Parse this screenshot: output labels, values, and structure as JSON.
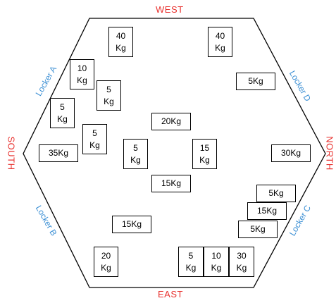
{
  "directions": {
    "west": "WEST",
    "east": "EAST",
    "south": "SOUTH",
    "north": "NORTH"
  },
  "lockers": {
    "a": "Locker A",
    "b": "Locker B",
    "c": "Locker C",
    "d": "Locker D"
  },
  "weights": {
    "w40_left": "40\nKg",
    "w40_right": "40\nKg",
    "w10_top": "10\nKg",
    "w5_upper": "5\nKg",
    "w5d_locker": "5Kg",
    "w5_left_upper": "5\nKg",
    "w5_left_mid": "5\nKg",
    "w20_center": "20Kg",
    "w35_left": "35Kg",
    "w5_center_left": "5\nKg",
    "w15_center_right": "15\nKg",
    "w30_right": "30Kg",
    "w15_center_bottom": "15Kg",
    "w5_stack_top": "5Kg",
    "w15_stack_mid": "15Kg",
    "w5_stack_bottom": "5Kg",
    "w15_lower": "15Kg",
    "w20_bottom": "20\nKg",
    "w5_bottom": "5\nKg",
    "w10_bottom": "10\nKg",
    "w30_bottom": "30\nKg"
  },
  "colors": {
    "compass": "#e8322f",
    "locker": "#3b8fd4",
    "outline": "#000000"
  }
}
